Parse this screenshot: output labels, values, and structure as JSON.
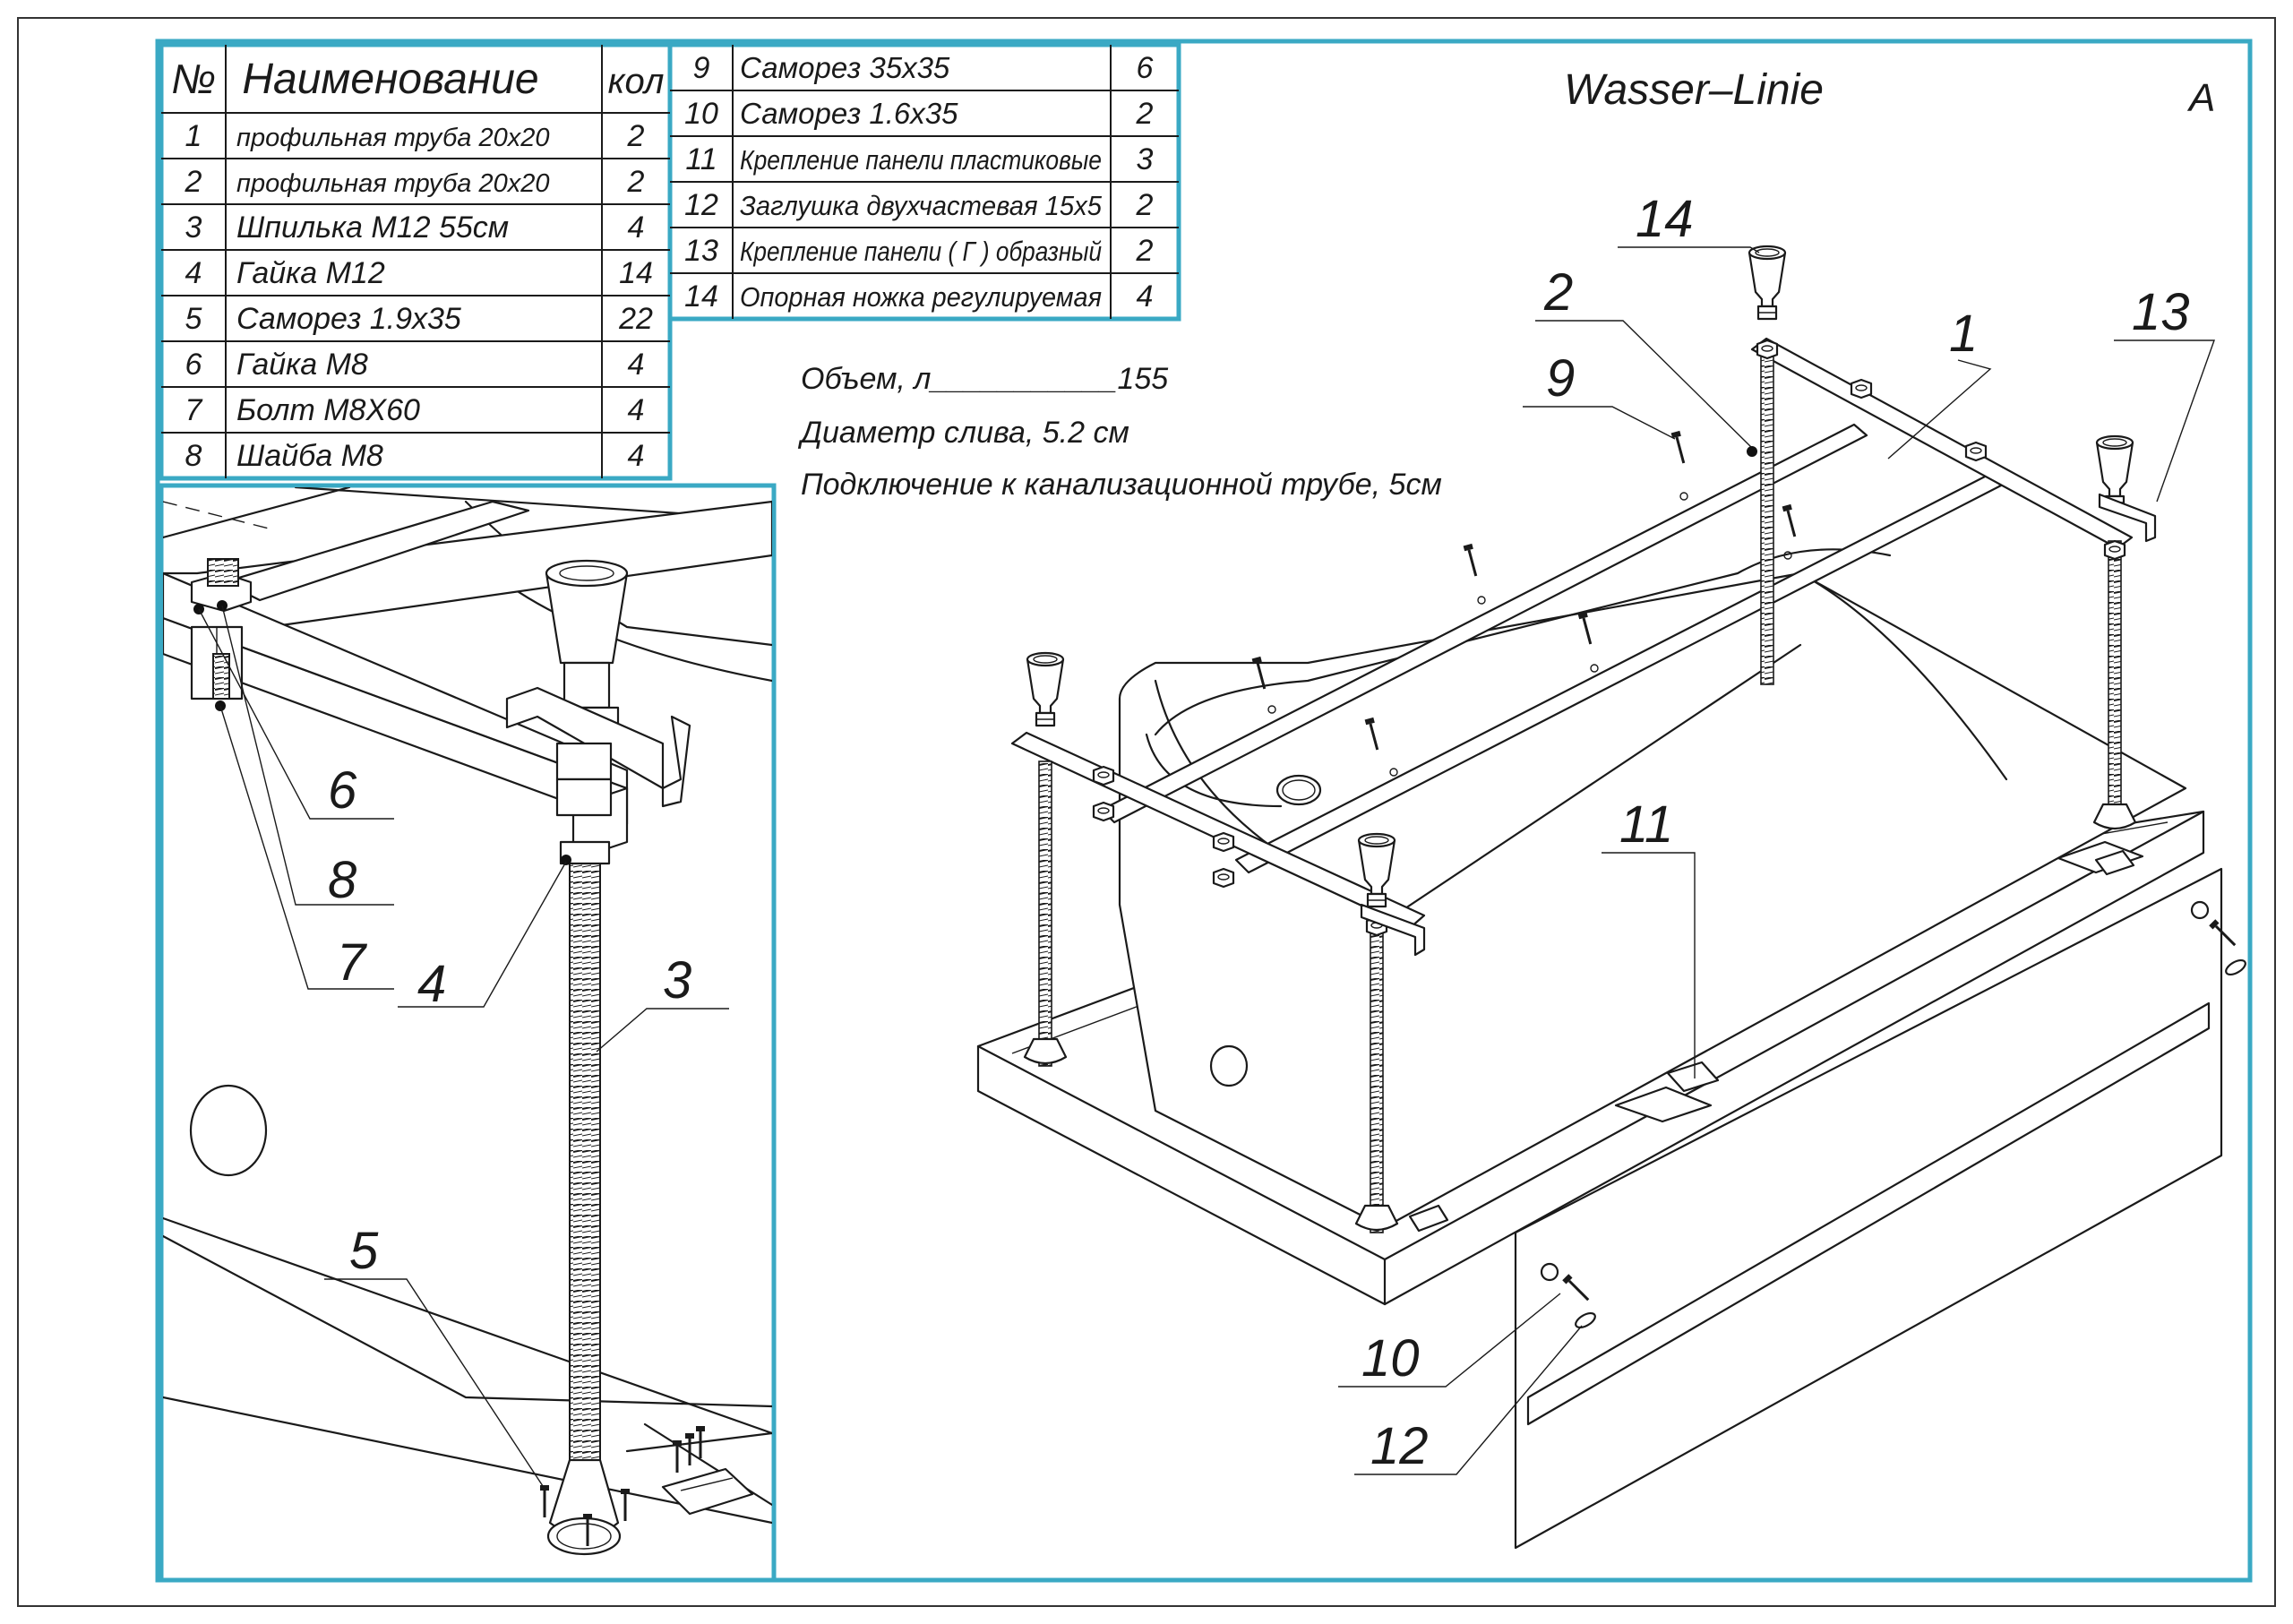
{
  "frame_color": "#3aa9c4",
  "brand": "Wasser–Linie",
  "sheet_letter": "A",
  "parts_table": {
    "headers": {
      "num": "№",
      "name": "Наименование",
      "qty": "кол"
    },
    "rows": [
      {
        "num": "1",
        "name": "профильная труба 20х20",
        "qty": "2"
      },
      {
        "num": "2",
        "name": "профильная труба 20х20",
        "qty": "2"
      },
      {
        "num": "3",
        "name": "Шпилька М12 55см",
        "qty": "4"
      },
      {
        "num": "4",
        "name": "Гайка М12",
        "qty": "14"
      },
      {
        "num": "5",
        "name": "Саморез 1.9х35",
        "qty": "22"
      },
      {
        "num": "6",
        "name": "Гайка М8",
        "qty": "4"
      },
      {
        "num": "7",
        "name": "Болт М8Х60",
        "qty": "4"
      },
      {
        "num": "8",
        "name": "Шайба М8",
        "qty": "4"
      }
    ]
  },
  "parts_table_2": {
    "rows": [
      {
        "num": "9",
        "name": "Саморез 35х35",
        "qty": "6"
      },
      {
        "num": "10",
        "name": "Саморез 1.6х35",
        "qty": "2"
      },
      {
        "num": "11",
        "name": "Крепление панели пластиковые",
        "qty": "3"
      },
      {
        "num": "12",
        "name": "Заглушка двухчастевая 15х5",
        "qty": "2"
      },
      {
        "num": "13",
        "name": "Крепление панели ( Г ) образный",
        "qty": "2"
      },
      {
        "num": "14",
        "name": "Опорная ножка регулируемая",
        "qty": "4"
      }
    ]
  },
  "specs": {
    "volume": "Объем, л___________155",
    "drain": "Диаметр слива,   5.2 см",
    "sewer": "Подключение к канализационной трубе, 5см"
  },
  "detail_callouts": [
    "6",
    "8",
    "7",
    "4",
    "3",
    "5"
  ],
  "main_callouts": [
    "14",
    "2",
    "9",
    "1",
    "13",
    "11",
    "10",
    "12"
  ]
}
